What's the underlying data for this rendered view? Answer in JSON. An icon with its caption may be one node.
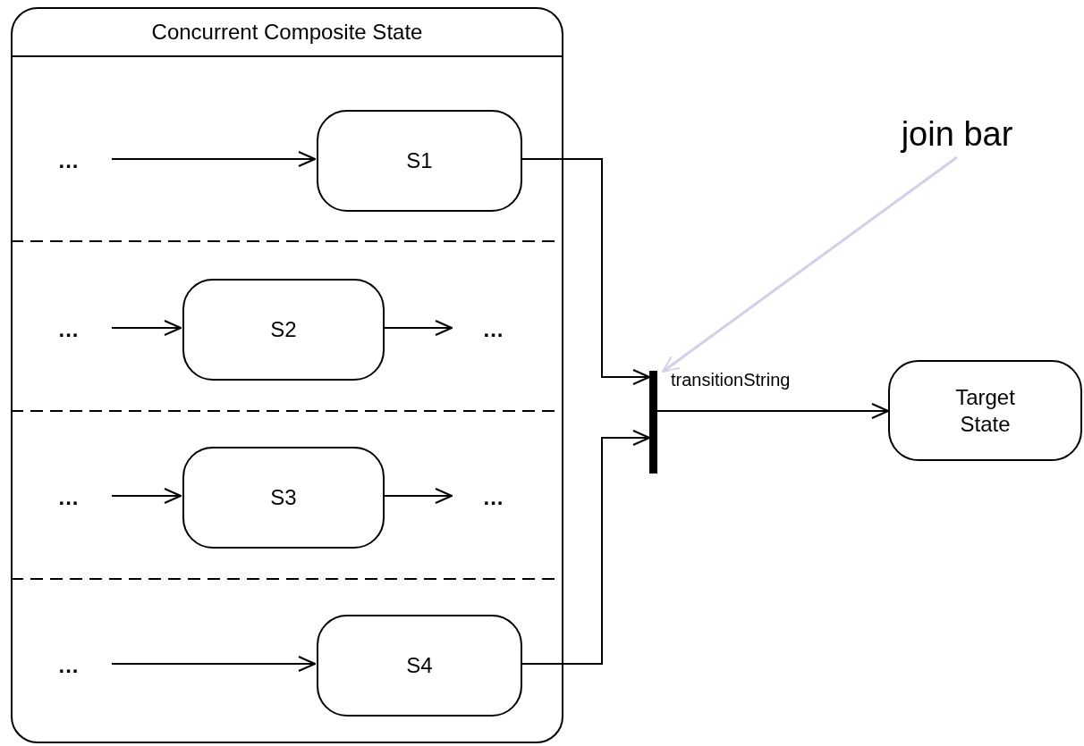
{
  "diagram": {
    "nodes": [
      {
        "text": [
          "Concurrent Composite State"
        ]
      },
      {
        "text": [
          "..."
        ],
        "in": 0
      },
      {
        "text": [
          "S1"
        ],
        "in": 0
      },
      {
        "text": [
          "..."
        ],
        "in": 0
      },
      {
        "text": [
          "S2"
        ],
        "in": 0
      },
      {
        "text": [
          "..."
        ],
        "in": 0
      },
      {
        "text": [
          "..."
        ],
        "in": 0
      },
      {
        "text": [
          "S3"
        ],
        "in": 0
      },
      {
        "text": [
          "..."
        ],
        "in": 0
      },
      {
        "text": [
          "..."
        ],
        "in": 0
      },
      {
        "text": [
          "S4"
        ],
        "in": 0
      },
      {
        "text": [],
        "shape": "bar"
      },
      {
        "text": [
          "Target State"
        ]
      },
      {
        "text": [
          "join bar"
        ]
      }
    ],
    "edges": [
      {
        "from": 1,
        "to": 2,
        "arrow": "to"
      },
      {
        "from": 3,
        "to": 4,
        "arrow": "to"
      },
      {
        "from": 4,
        "to": 5,
        "arrow": "to"
      },
      {
        "from": 6,
        "to": 7,
        "arrow": "to"
      },
      {
        "from": 7,
        "to": 8,
        "arrow": "to"
      },
      {
        "from": 9,
        "to": 10,
        "arrow": "to"
      },
      {
        "from": 2,
        "to": 11,
        "arrow": "to"
      },
      {
        "from": 10,
        "to": 11,
        "arrow": "to"
      },
      {
        "from": 11,
        "to": 12,
        "arrow": "to",
        "label": "transitionString"
      },
      {
        "from": 13,
        "to": 11,
        "arrow": "to",
        "color": "#d0d0e8"
      }
    ]
  }
}
